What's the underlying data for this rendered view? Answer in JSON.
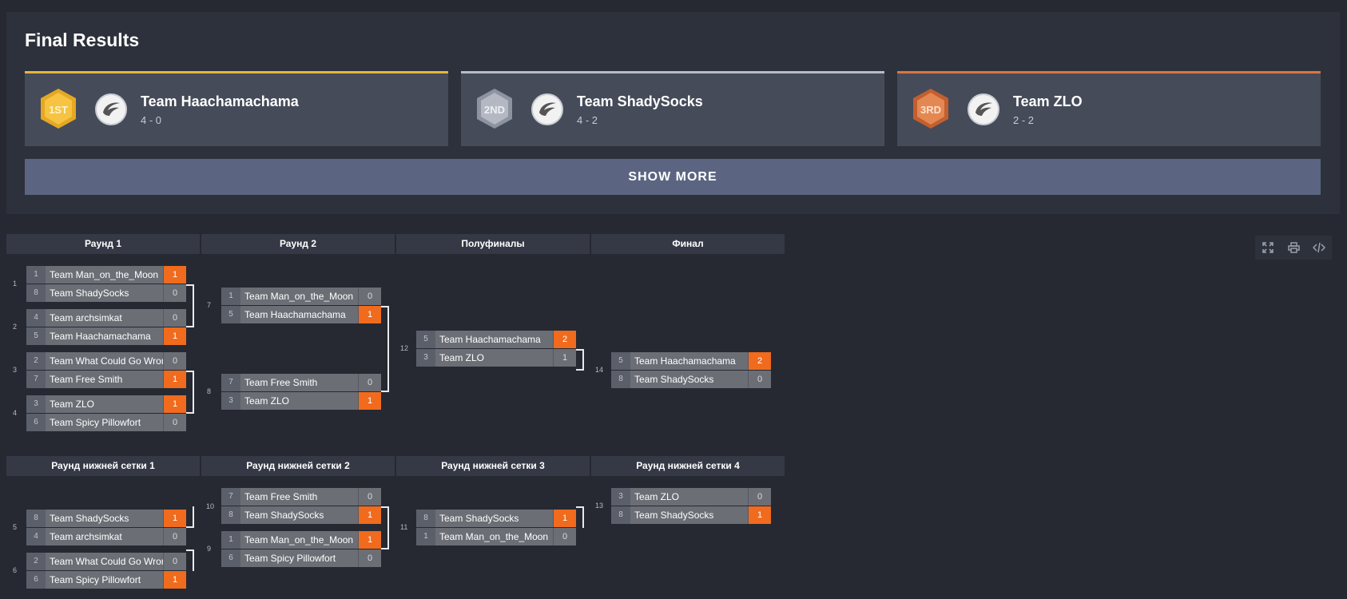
{
  "results": {
    "title": "Final Results",
    "show_more": "SHOW MORE",
    "places": [
      {
        "medal": "1ST",
        "team": "Team Haachamachama",
        "record": "4 - 0",
        "color": "#e6b63c"
      },
      {
        "medal": "2ND",
        "team": "Team ShadySocks",
        "record": "4 - 2",
        "color": "#b6bccc"
      },
      {
        "medal": "3RD",
        "team": "Team ZLO",
        "record": "2 - 2",
        "color": "#d9773f"
      }
    ]
  },
  "upper_rounds": [
    "Раунд 1",
    "Раунд 2",
    "Полуфиналы",
    "Финал"
  ],
  "lower_rounds": [
    "Раунд нижней сетки 1",
    "Раунд нижней сетки 2",
    "Раунд нижней сетки 3",
    "Раунд нижней сетки 4"
  ],
  "matches": {
    "m1": {
      "num": "1",
      "a": {
        "seed": "1",
        "team": "Team Man_on_the_Moon",
        "score": "1"
      },
      "b": {
        "seed": "8",
        "team": "Team ShadySocks",
        "score": "0"
      }
    },
    "m2": {
      "num": "2",
      "a": {
        "seed": "4",
        "team": "Team archsimkat",
        "score": "0"
      },
      "b": {
        "seed": "5",
        "team": "Team Haachamachama",
        "score": "1"
      }
    },
    "m3": {
      "num": "3",
      "a": {
        "seed": "2",
        "team": "Team What Could Go Wrong",
        "score": "0"
      },
      "b": {
        "seed": "7",
        "team": "Team Free Smith",
        "score": "1"
      }
    },
    "m4": {
      "num": "4",
      "a": {
        "seed": "3",
        "team": "Team ZLO",
        "score": "1"
      },
      "b": {
        "seed": "6",
        "team": "Team Spicy Pillowfort",
        "score": "0"
      }
    },
    "m7": {
      "num": "7",
      "a": {
        "seed": "1",
        "team": "Team Man_on_the_Moon",
        "score": "0"
      },
      "b": {
        "seed": "5",
        "team": "Team Haachamachama",
        "score": "1"
      }
    },
    "m8": {
      "num": "8",
      "a": {
        "seed": "7",
        "team": "Team Free Smith",
        "score": "0"
      },
      "b": {
        "seed": "3",
        "team": "Team ZLO",
        "score": "1"
      }
    },
    "m12": {
      "num": "12",
      "a": {
        "seed": "5",
        "team": "Team Haachamachama",
        "score": "2"
      },
      "b": {
        "seed": "3",
        "team": "Team ZLO",
        "score": "1"
      }
    },
    "m14": {
      "num": "14",
      "a": {
        "seed": "5",
        "team": "Team Haachamachama",
        "score": "2"
      },
      "b": {
        "seed": "8",
        "team": "Team ShadySocks",
        "score": "0"
      }
    },
    "m5": {
      "num": "5",
      "a": {
        "seed": "8",
        "team": "Team ShadySocks",
        "score": "1"
      },
      "b": {
        "seed": "4",
        "team": "Team archsimkat",
        "score": "0"
      }
    },
    "m6": {
      "num": "6",
      "a": {
        "seed": "2",
        "team": "Team What Could Go Wrong",
        "score": "0"
      },
      "b": {
        "seed": "6",
        "team": "Team Spicy Pillowfort",
        "score": "1"
      }
    },
    "m10": {
      "num": "10",
      "a": {
        "seed": "7",
        "team": "Team Free Smith",
        "score": "0"
      },
      "b": {
        "seed": "8",
        "team": "Team ShadySocks",
        "score": "1"
      }
    },
    "m9": {
      "num": "9",
      "a": {
        "seed": "1",
        "team": "Team Man_on_the_Moon",
        "score": "1"
      },
      "b": {
        "seed": "6",
        "team": "Team Spicy Pillowfort",
        "score": "0"
      }
    },
    "m11": {
      "num": "11",
      "a": {
        "seed": "8",
        "team": "Team ShadySocks",
        "score": "1"
      },
      "b": {
        "seed": "1",
        "team": "Team Man_on_the_Moon",
        "score": "0"
      }
    },
    "m13": {
      "num": "13",
      "a": {
        "seed": "3",
        "team": "Team ZLO",
        "score": "0"
      },
      "b": {
        "seed": "8",
        "team": "Team ShadySocks",
        "score": "1"
      }
    }
  },
  "tools": [
    "fullscreen-icon",
    "print-icon",
    "embed-code-icon"
  ],
  "colors": {
    "win": "#f06b1d",
    "accent": "#5b6582"
  }
}
